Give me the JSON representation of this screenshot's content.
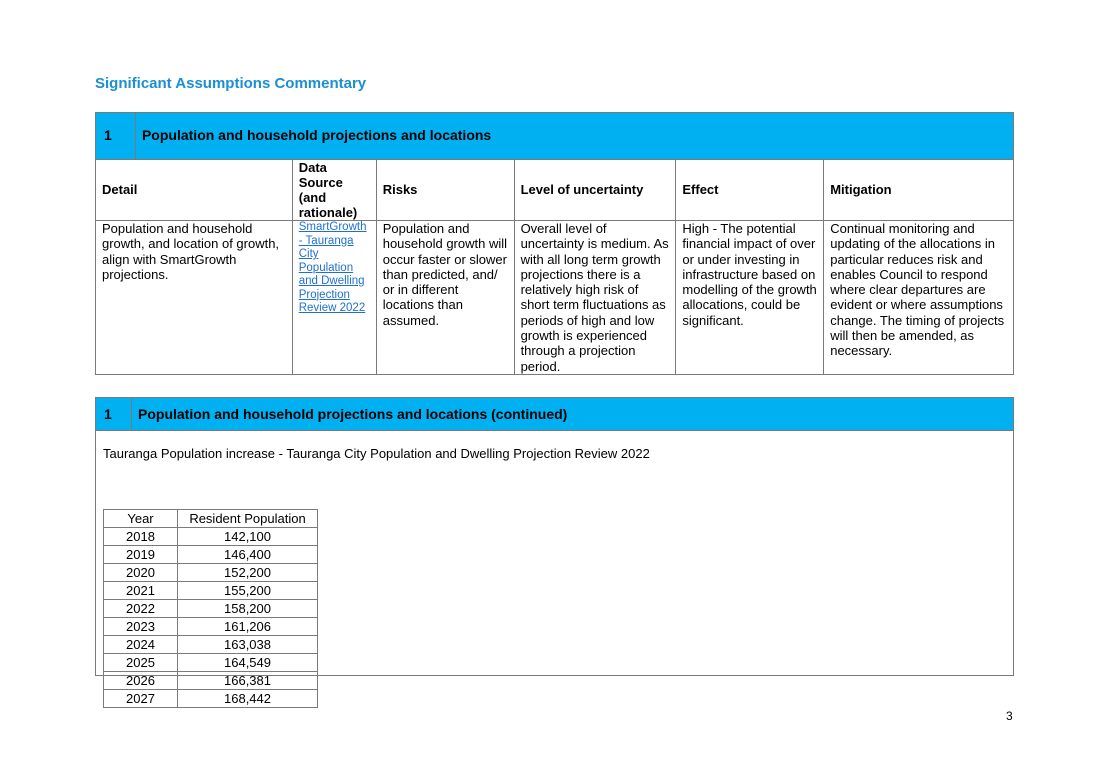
{
  "heading": "Significant Assumptions Commentary",
  "section1": {
    "number": "1",
    "title": "Population and household projections and locations",
    "columns": [
      "Detail",
      "Data Source (and rationale)",
      "Risks",
      "Level of uncertainty",
      "Effect",
      "Mitigation"
    ],
    "row": {
      "detail": "Population and household growth, and location of growth, align with SmartGrowth projections.",
      "data_source": "SmartGrowth - Tauranga City Population and Dwelling Projection Review 2022",
      "risks": "Population and household growth will occur faster or slower than predicted, and/ or in different locations than assumed.",
      "uncertainty": "Overall level of uncertainty is medium. As with all long term growth projections there is a relatively high risk of short term fluctuations as periods of high and low growth is experienced through a projection period.",
      "effect": "High - The potential financial impact of over or under investing in infrastructure based on modelling of the growth allocations, could be significant.",
      "mitigation": "Continual monitoring and updating of the allocations in particular reduces risk and enables Council to respond where clear departures are evident or where assumptions change. The timing of projects will then be amended, as necessary."
    }
  },
  "section2": {
    "number": "1",
    "title": "Population and household projections and locations (continued)",
    "subtitle": "Tauranga Population increase - Tauranga City Population and Dwelling Projection Review 2022",
    "table_headers": [
      "Year",
      "Resident Population"
    ],
    "rows": [
      [
        "2018",
        "142,100"
      ],
      [
        "2019",
        "146,400"
      ],
      [
        "2020",
        "152,200"
      ],
      [
        "2021",
        "155,200"
      ],
      [
        "2022",
        "158,200"
      ],
      [
        "2023",
        "161,206"
      ],
      [
        "2024",
        "163,038"
      ],
      [
        "2025",
        "164,549"
      ],
      [
        "2026",
        "166,381"
      ],
      [
        "2027",
        "168,442"
      ]
    ]
  },
  "page_number": "3"
}
